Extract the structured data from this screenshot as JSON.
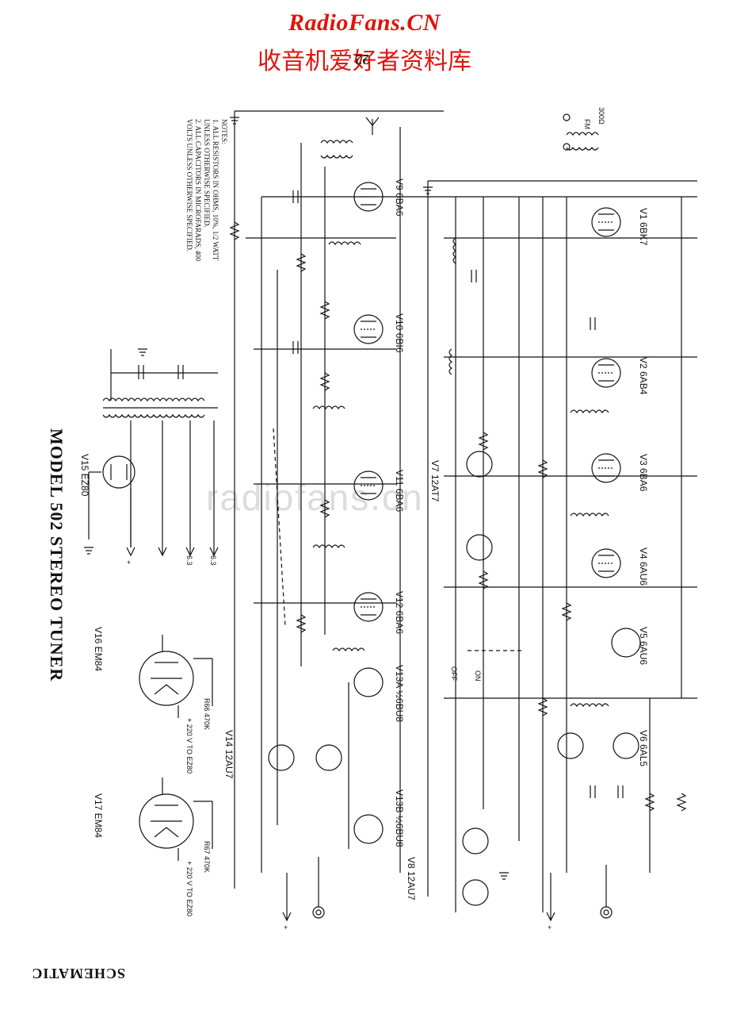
{
  "watermark": {
    "site": "RadioFans.CN",
    "chinese": "收音机爱好者资料库",
    "faint": "radiofans.cn"
  },
  "page_number": "22",
  "title": "MODEL 502 STEREO TUNER",
  "footer_label": "SCHEMATIC",
  "notes": {
    "heading": "NOTES:",
    "items": [
      "1.  ALL RESISTORS IN OHMS, 10%, 1/2 WATT",
      "    UNLESS OTHERWISE SPECIFIED.",
      "2.  ALL CAPACITORS IN MICROFARADS, 400",
      "    VOLTS UNLESS OTHERWISE SPECIFIED."
    ]
  },
  "tubes": [
    {
      "id": "v1",
      "label": "V1 6BK7"
    },
    {
      "id": "v2",
      "label": "V2 6AB4"
    },
    {
      "id": "v3",
      "label": "V3 6BA6"
    },
    {
      "id": "v4",
      "label": "V4 6AU6"
    },
    {
      "id": "v5",
      "label": "V5 6AU6"
    },
    {
      "id": "v6",
      "label": "V6 6AL5"
    },
    {
      "id": "v7",
      "label": "V7 12AT7"
    },
    {
      "id": "v8",
      "label": "V8 12AU7"
    },
    {
      "id": "v9",
      "label": "V9 6BA6"
    },
    {
      "id": "v10",
      "label": "V10 6BI6"
    },
    {
      "id": "v11",
      "label": "V11 6BA6"
    },
    {
      "id": "v12",
      "label": "V12 6BA6"
    },
    {
      "id": "v13a",
      "label": "V13A ½6BU8"
    },
    {
      "id": "v13b",
      "label": "V13B ½6BU8"
    },
    {
      "id": "v14",
      "label": "V14 12AU7"
    },
    {
      "id": "v15",
      "label": "V15 EZ80"
    },
    {
      "id": "v16",
      "label": "V16 EM84"
    },
    {
      "id": "v17",
      "label": "V17 EM84"
    }
  ],
  "labels": {
    "fm": "FM",
    "ohm300": "300Ω",
    "v220a": "+ 220 V TO EZ80",
    "v220b": "+ 220 V TO EZ80",
    "v63a": "6.3",
    "v63b": "6.3",
    "plus": "+",
    "on": "ON",
    "off": "OFF",
    "r66": "R66 470K",
    "r67": "R67 470K"
  }
}
